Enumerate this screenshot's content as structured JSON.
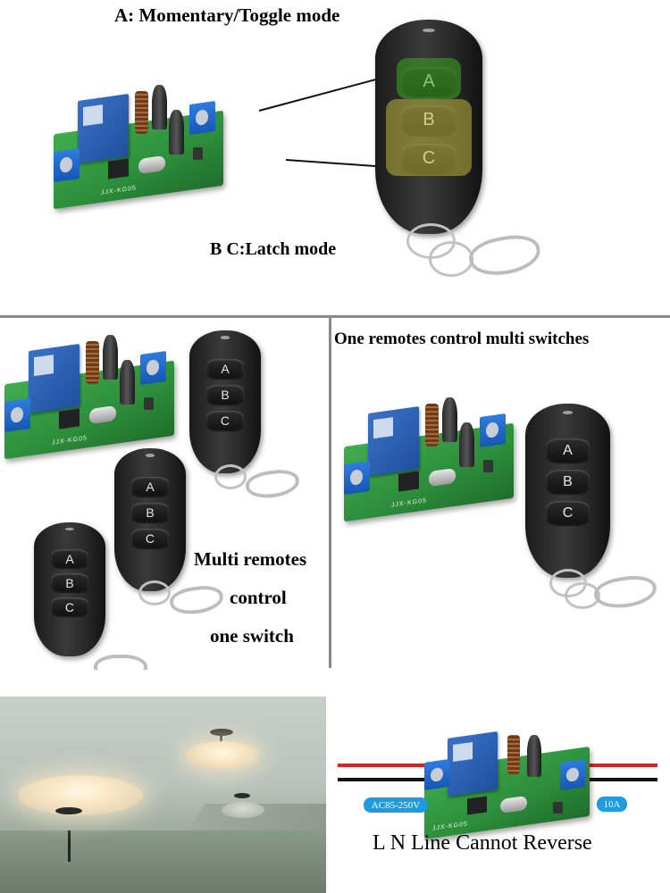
{
  "top_section": {
    "mode_a_label": "A: Momentary/Toggle mode",
    "mode_bc_label": "B C:Latch mode",
    "remote_buttons": [
      "A",
      "B",
      "C"
    ],
    "highlight_colors": {
      "a": "#3caa1e",
      "bc": "#beb43c"
    }
  },
  "middle_left": {
    "caption_lines": [
      "Multi remotes",
      "control",
      "one switch"
    ],
    "remote_buttons": [
      "A",
      "B",
      "C"
    ]
  },
  "middle_right": {
    "caption": "One remotes control multi switches",
    "remote_buttons": [
      "A",
      "B",
      "C"
    ]
  },
  "bottom_right": {
    "voltage_tag": "AC85-250V",
    "current_tag": "10A",
    "caption": "L N Line Cannot Reverse",
    "wire_colors": {
      "live": "#e02020",
      "neutral": "#111111"
    },
    "tag_color": "#1f9be0"
  },
  "pcb_silkscreen": "JJX-KG05"
}
